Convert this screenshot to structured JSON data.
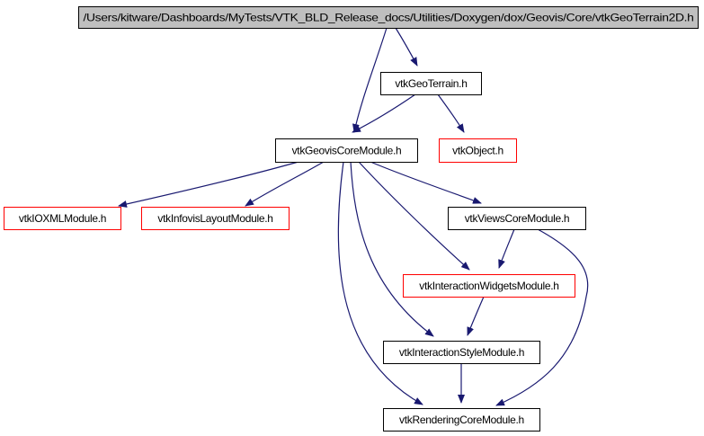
{
  "diagram": {
    "type": "include-dependency-graph",
    "colors": {
      "edge": "#191970",
      "border_default": "#000000",
      "border_external": "#ff0000",
      "root_fill": "#bfbfbf",
      "node_fill": "#ffffff"
    },
    "nodes": [
      {
        "id": "root",
        "label": "/Users/kitware/Dashboards/MyTests/VTK_BLD_Release_docs/Utilities/Doxygen/dox/Geovis/Core/vtkGeoTerrain2D.h",
        "style": "root"
      },
      {
        "id": "geoterrain",
        "label": "vtkGeoTerrain.h",
        "style": "default"
      },
      {
        "id": "geoviscore",
        "label": "vtkGeovisCoreModule.h",
        "style": "default"
      },
      {
        "id": "object",
        "label": "vtkObject.h",
        "style": "external"
      },
      {
        "id": "ioxml",
        "label": "vtkIOXMLModule.h",
        "style": "external"
      },
      {
        "id": "infovislayout",
        "label": "vtkInfovisLayoutModule.h",
        "style": "external"
      },
      {
        "id": "viewscore",
        "label": "vtkViewsCoreModule.h",
        "style": "default"
      },
      {
        "id": "interactionwidgets",
        "label": "vtkInteractionWidgetsModule.h",
        "style": "external"
      },
      {
        "id": "interactionstyle",
        "label": "vtkInteractionStyleModule.h",
        "style": "default"
      },
      {
        "id": "renderingcore",
        "label": "vtkRenderingCoreModule.h",
        "style": "default"
      }
    ],
    "edges": [
      {
        "from": "root",
        "to": "geoterrain"
      },
      {
        "from": "root",
        "to": "geoviscore"
      },
      {
        "from": "geoterrain",
        "to": "geoviscore"
      },
      {
        "from": "geoterrain",
        "to": "object"
      },
      {
        "from": "geoviscore",
        "to": "ioxml"
      },
      {
        "from": "geoviscore",
        "to": "infovislayout"
      },
      {
        "from": "geoviscore",
        "to": "viewscore"
      },
      {
        "from": "geoviscore",
        "to": "interactionwidgets"
      },
      {
        "from": "geoviscore",
        "to": "interactionstyle"
      },
      {
        "from": "geoviscore",
        "to": "renderingcore"
      },
      {
        "from": "viewscore",
        "to": "interactionwidgets"
      },
      {
        "from": "viewscore",
        "to": "renderingcore"
      },
      {
        "from": "interactionwidgets",
        "to": "interactionstyle"
      },
      {
        "from": "interactionstyle",
        "to": "renderingcore"
      }
    ]
  }
}
